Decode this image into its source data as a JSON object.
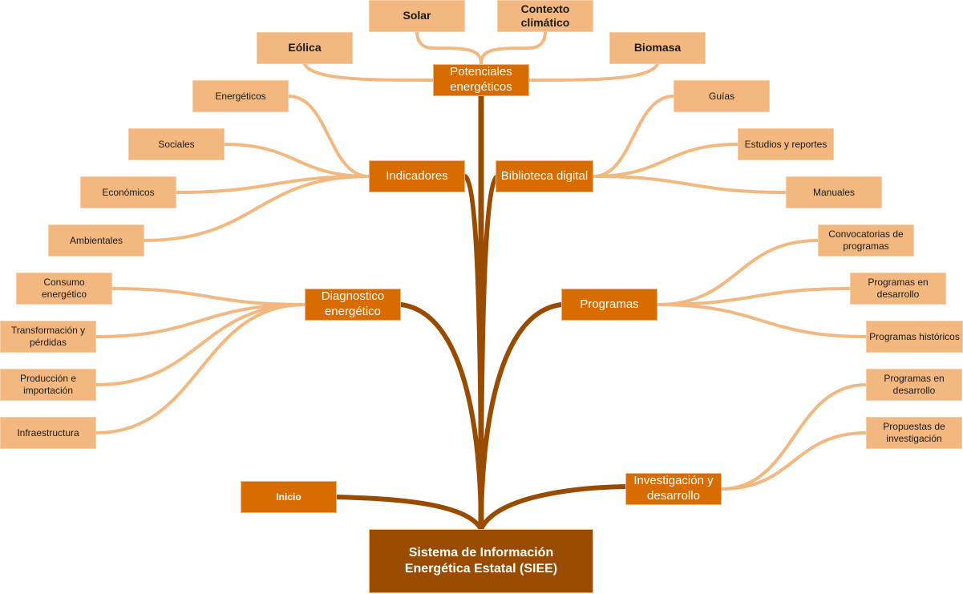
{
  "colors": {
    "root_fill": "#994c00",
    "topic_fill": "#d96c00",
    "leaf_fill": "#f2b880",
    "trunk_stroke": "#994c00",
    "leaf_stroke": "#f2b880"
  },
  "root": {
    "label": "Sistema de Información\nEnergética Estatal (SIEE)"
  },
  "topics": {
    "potenciales": {
      "label": "Potenciales\nenergéticos",
      "children": [
        "Solar",
        "Contexto\nclimático",
        "Eólica",
        "Biomasa"
      ]
    },
    "indicadores": {
      "label": "Indicadores",
      "children": [
        "Energéticos",
        "Sociales",
        "Económicos",
        "Ambientales"
      ]
    },
    "biblioteca": {
      "label": "Biblioteca digital",
      "children": [
        "Guías",
        "Estudios y reportes",
        "Manuales"
      ]
    },
    "diagnostico": {
      "label": "Diagnostico\nenergético",
      "children": [
        "Consumo\nenergético",
        "Transformación y\npérdidas",
        "Producción e\nimportación",
        "Infraestructura"
      ]
    },
    "programas": {
      "label": "Programas",
      "children": [
        "Convocatorias de\nprogramas",
        "Programas en\ndesarrollo",
        "Programas históricos"
      ]
    },
    "investigacion": {
      "label": "Investigación y\ndesarrollo",
      "children": [
        "Programas en\ndesarrollo",
        "Propuestas de\ninvestigación"
      ]
    },
    "inicio": {
      "label": "Inicio",
      "children": []
    }
  }
}
